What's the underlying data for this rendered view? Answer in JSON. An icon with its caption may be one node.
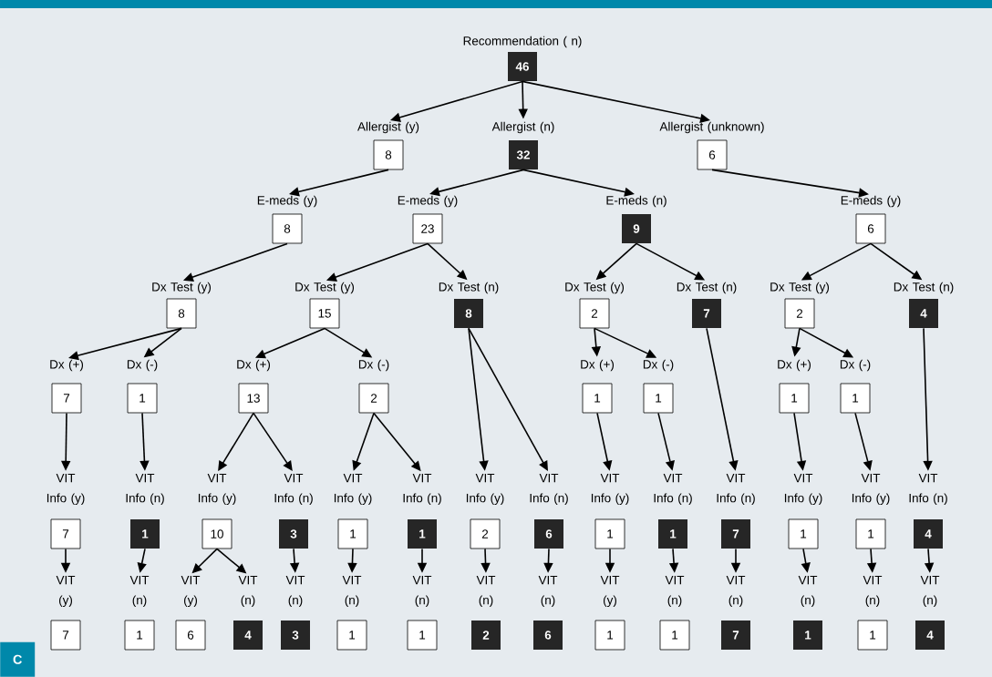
{
  "diagram": {
    "nodes": [
      {
        "text": [
          "Recommendation ( n)",
          "46"
        ]
      },
      {
        "text": [
          "Allergist (y)",
          "8"
        ]
      },
      {
        "text": [
          "Allergist (n)",
          "32"
        ]
      },
      {
        "text": [
          "Allergist (unknown)",
          "6"
        ]
      },
      {
        "text": [
          "E-meds (y)",
          "8"
        ]
      },
      {
        "text": [
          "E-meds (y)",
          "23"
        ]
      },
      {
        "text": [
          "E-meds (n)",
          "9"
        ]
      },
      {
        "text": [
          "E-meds (y)",
          "6"
        ]
      },
      {
        "text": [
          "Dx Test (y)",
          "8"
        ]
      },
      {
        "text": [
          "Dx Test (y)",
          "15"
        ]
      },
      {
        "text": [
          "Dx Test (n)",
          "8"
        ]
      },
      {
        "text": [
          "Dx Test (y)",
          "2"
        ]
      },
      {
        "text": [
          "Dx Test (n)",
          "7"
        ]
      },
      {
        "text": [
          "Dx Test (y)",
          "2"
        ]
      },
      {
        "text": [
          "Dx Test (n)",
          "4"
        ]
      },
      {
        "text": [
          "Dx (+)",
          "7"
        ]
      },
      {
        "text": [
          "Dx (-)",
          "1"
        ]
      },
      {
        "text": [
          "Dx (+)",
          "13"
        ]
      },
      {
        "text": [
          "Dx (-)",
          "2"
        ]
      },
      {
        "text": [
          "Dx (+)",
          "1"
        ]
      },
      {
        "text": [
          "Dx (-)",
          "1"
        ]
      },
      {
        "text": [
          "Dx (+)",
          "1"
        ]
      },
      {
        "text": [
          "Dx (-)",
          "1"
        ]
      },
      {
        "text": [
          "VIT Info (y)",
          "7"
        ]
      },
      {
        "text": [
          "VIT Info (n)",
          "1"
        ]
      },
      {
        "text": [
          "VIT Info (y)",
          "10"
        ]
      },
      {
        "text": [
          "VIT Info (n)",
          "3"
        ]
      },
      {
        "text": [
          "VIT Info (y)",
          "1"
        ]
      },
      {
        "text": [
          "VIT Info (n)",
          "1"
        ]
      },
      {
        "text": [
          "VIT Info (y)",
          "2"
        ]
      },
      {
        "text": [
          "VIT Info (n)",
          "6"
        ]
      },
      {
        "text": [
          "VIT Info (y)",
          "1"
        ]
      },
      {
        "text": [
          "VIT Info (n)",
          "1"
        ]
      },
      {
        "text": [
          "VIT Info (n)",
          "7"
        ]
      },
      {
        "text": [
          "VIT Info (y)",
          "1"
        ]
      },
      {
        "text": [
          "VIT Info (y)",
          "1"
        ]
      },
      {
        "text": [
          "VIT Info (n)",
          "4"
        ]
      },
      {
        "text": [
          "VIT (y)",
          "7"
        ]
      },
      {
        "text": [
          "VIT (n)",
          "1"
        ]
      },
      {
        "text": [
          "VIT (y)",
          "6"
        ]
      },
      {
        "text": [
          "VIT (n)",
          "4"
        ]
      },
      {
        "text": [
          "VIT (n)",
          "3"
        ]
      },
      {
        "text": [
          "VIT (n)",
          "1"
        ]
      },
      {
        "text": [
          "VIT (n)",
          "1"
        ]
      },
      {
        "text": [
          "VIT (n)",
          "2"
        ]
      },
      {
        "text": [
          "VIT (n)",
          "6"
        ]
      },
      {
        "text": [
          "VIT (y)",
          "1"
        ]
      },
      {
        "text": [
          "VIT (n)",
          "1"
        ]
      },
      {
        "text": [
          "VIT (n)",
          "7"
        ]
      },
      {
        "text": [
          "VIT (n)",
          "1"
        ]
      },
      {
        "text": [
          "VIT (n)",
          "1"
        ]
      },
      {
        "text": [
          "VIT (n)",
          "4"
        ]
      }
    ],
    "edges": [
      {
        "from": 0,
        "to": 1,
        "arrow": "to"
      },
      {
        "from": 0,
        "to": 2,
        "arrow": "to"
      },
      {
        "from": 0,
        "to": 3,
        "arrow": "to"
      },
      {
        "from": 1,
        "to": 4,
        "arrow": "to"
      },
      {
        "from": 2,
        "to": 5,
        "arrow": "to"
      },
      {
        "from": 2,
        "to": 6,
        "arrow": "to"
      },
      {
        "from": 3,
        "to": 7,
        "arrow": "to"
      },
      {
        "from": 4,
        "to": 8,
        "arrow": "to"
      },
      {
        "from": 5,
        "to": 9,
        "arrow": "to"
      },
      {
        "from": 5,
        "to": 10,
        "arrow": "to"
      },
      {
        "from": 6,
        "to": 11,
        "arrow": "to"
      },
      {
        "from": 6,
        "to": 12,
        "arrow": "to"
      },
      {
        "from": 7,
        "to": 13,
        "arrow": "to"
      },
      {
        "from": 7,
        "to": 14,
        "arrow": "to"
      },
      {
        "from": 8,
        "to": 15,
        "arrow": "to"
      },
      {
        "from": 8,
        "to": 16,
        "arrow": "to"
      },
      {
        "from": 9,
        "to": 17,
        "arrow": "to"
      },
      {
        "from": 9,
        "to": 18,
        "arrow": "to"
      },
      {
        "from": 10,
        "to": 29,
        "arrow": "to"
      },
      {
        "from": 10,
        "to": 30,
        "arrow": "to"
      },
      {
        "from": 11,
        "to": 19,
        "arrow": "to"
      },
      {
        "from": 11,
        "to": 20,
        "arrow": "to"
      },
      {
        "from": 12,
        "to": 33,
        "arrow": "to"
      },
      {
        "from": 13,
        "to": 21,
        "arrow": "to"
      },
      {
        "from": 13,
        "to": 22,
        "arrow": "to"
      },
      {
        "from": 14,
        "to": 36,
        "arrow": "to"
      },
      {
        "from": 15,
        "to": 23,
        "arrow": "to"
      },
      {
        "from": 16,
        "to": 24,
        "arrow": "to"
      },
      {
        "from": 17,
        "to": 25,
        "arrow": "to"
      },
      {
        "from": 17,
        "to": 26,
        "arrow": "to"
      },
      {
        "from": 18,
        "to": 27,
        "arrow": "to"
      },
      {
        "from": 18,
        "to": 28,
        "arrow": "to"
      },
      {
        "from": 19,
        "to": 31,
        "arrow": "to"
      },
      {
        "from": 20,
        "to": 32,
        "arrow": "to"
      },
      {
        "from": 21,
        "to": 34,
        "arrow": "to"
      },
      {
        "from": 22,
        "to": 35,
        "arrow": "to"
      },
      {
        "from": 23,
        "to": 37,
        "arrow": "to"
      },
      {
        "from": 24,
        "to": 38,
        "arrow": "to"
      },
      {
        "from": 25,
        "to": 39,
        "arrow": "to"
      },
      {
        "from": 25,
        "to": 40,
        "arrow": "to"
      },
      {
        "from": 26,
        "to": 41,
        "arrow": "to"
      },
      {
        "from": 27,
        "to": 42,
        "arrow": "to"
      },
      {
        "from": 28,
        "to": 43,
        "arrow": "to"
      },
      {
        "from": 29,
        "to": 44,
        "arrow": "to"
      },
      {
        "from": 30,
        "to": 45,
        "arrow": "to"
      },
      {
        "from": 31,
        "to": 46,
        "arrow": "to"
      },
      {
        "from": 32,
        "to": 47,
        "arrow": "to"
      },
      {
        "from": 33,
        "to": 48,
        "arrow": "to"
      },
      {
        "from": 34,
        "to": 49,
        "arrow": "to"
      },
      {
        "from": 35,
        "to": 50,
        "arrow": "to"
      },
      {
        "from": 36,
        "to": 51,
        "arrow": "to"
      }
    ],
    "labels": [
      "C"
    ]
  }
}
